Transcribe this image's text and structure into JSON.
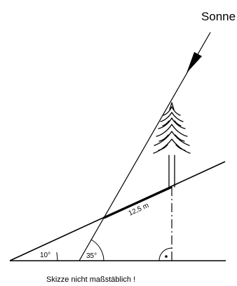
{
  "labels": {
    "sun": "Sonne",
    "angle_slope": "10°",
    "angle_sun": "35°",
    "segment_length": "12,5 m",
    "caption": "Skizze nicht maßstäblich !"
  },
  "icons": {
    "tree": "conifer-tree-icon",
    "right_angle": "right-angle-mark-icon",
    "sun_direction": "arrow-down-left-icon"
  }
}
